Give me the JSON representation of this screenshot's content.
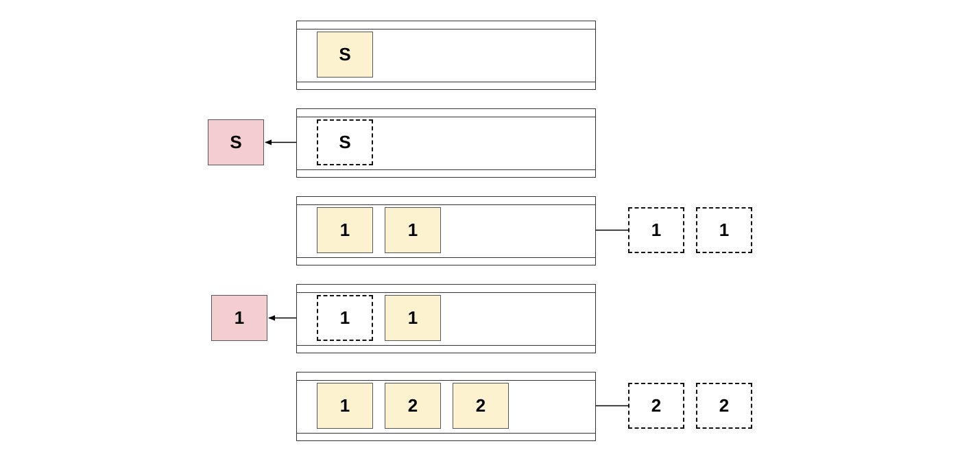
{
  "colors": {
    "queued": "#fdf2cf",
    "dequeued": "#f4cdd0",
    "outline": "#333333"
  },
  "rows": [
    {
      "slots": [
        {
          "label": "S",
          "state": "queued"
        }
      ],
      "dequeued": null,
      "incoming": []
    },
    {
      "slots": [
        {
          "label": "S",
          "state": "ghost"
        }
      ],
      "dequeued": {
        "label": "S"
      },
      "incoming": []
    },
    {
      "slots": [
        {
          "label": "1",
          "state": "queued"
        },
        {
          "label": "1",
          "state": "queued"
        }
      ],
      "dequeued": null,
      "incoming": [
        {
          "label": "1"
        },
        {
          "label": "1"
        }
      ]
    },
    {
      "slots": [
        {
          "label": "1",
          "state": "ghost"
        },
        {
          "label": "1",
          "state": "queued"
        }
      ],
      "dequeued": {
        "label": "1"
      },
      "incoming": []
    },
    {
      "slots": [
        {
          "label": "1",
          "state": "queued"
        },
        {
          "label": "2",
          "state": "queued"
        },
        {
          "label": "2",
          "state": "queued"
        }
      ],
      "dequeued": null,
      "incoming": [
        {
          "label": "2"
        },
        {
          "label": "2"
        }
      ]
    }
  ]
}
